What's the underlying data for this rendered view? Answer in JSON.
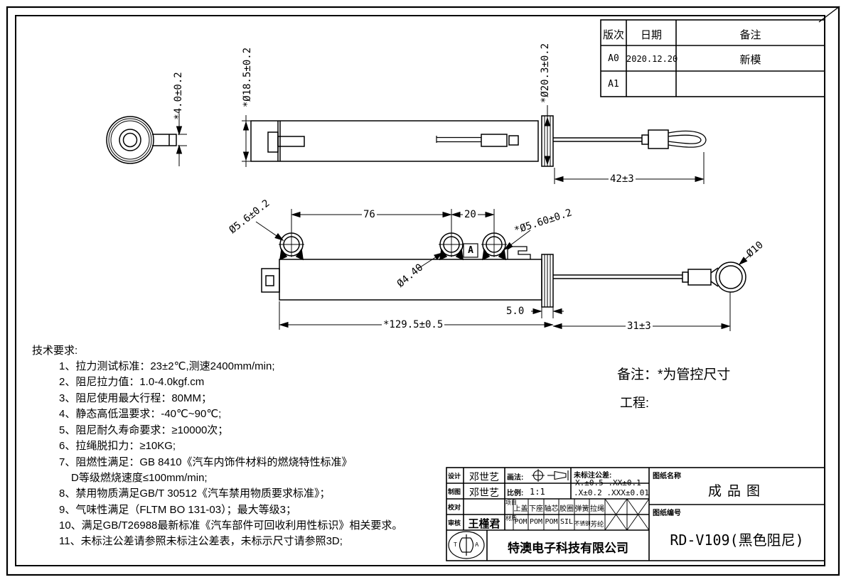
{
  "revision_table": {
    "col_rev": "版次",
    "col_date": "日期",
    "col_note": "备注",
    "rows": [
      {
        "rev": "A0",
        "date": "2020.12.20",
        "note": "新模"
      },
      {
        "rev": "A1",
        "date": "",
        "note": ""
      }
    ]
  },
  "dims": {
    "tab": "*4.0±0.2",
    "body_dia": "*Ø18.5±0.2",
    "flange_dia": "*Ø20.3±0.2",
    "rope_top": "42±3",
    "clip_dia": "Ø5.6±0.2",
    "pitch76": "76",
    "pitch20": "20",
    "hole_dia": "Ø4.40",
    "clip3_dia": "*Ø5.60±0.2",
    "detail": "A",
    "gap": "5.0",
    "body_len": "*129.5±0.5",
    "rope_side": "31±3",
    "loop_dia": "Ø10"
  },
  "tech": {
    "title": "技术要求:",
    "lines": [
      "1、拉力测试标准：23±2℃,测速2400mm/min;",
      "2、阻尼拉力值：1.0-4.0kgf.cm",
      "3、阻尼使用最大行程：80MM；",
      "4、静态高低温要求：-40℃~90℃;",
      "5、阻尼耐久寿命要求：≥10000次；",
      "6、拉绳脱扣力：≥10KG;",
      "7、阻燃性满足：GB 8410《汽车内饰件材料的燃烧特性标准》",
      "D等级燃烧速度≤100mm/min;",
      "8、禁用物质满足GB/T 30512《汽车禁用物质要求标准》；",
      "9、气味性满足（FLTM BO 131-03）；最大等级3；",
      "10、满足GB/T26988最新标准《汽车部件可回收利用性标识》相关要求。",
      "11、未标注公差请参照未标注公差表，未标示尺寸请参照3D;"
    ]
  },
  "notes": {
    "remark": "备注：*为管控尺寸",
    "project": "工程:"
  },
  "title_block": {
    "design_label": "设计",
    "design_name": "邓世艺",
    "draft_label": "制图",
    "draft_name": "邓世艺",
    "check_label": "校对",
    "check_name": "",
    "audit_label": "审核",
    "audit_name": "王槿君",
    "projection_label": "画法:",
    "scale_label": "比例:",
    "scale_value": "1:1",
    "tol_title": "未标注公差:",
    "tol_line1": "X.±0.5  .XX±0.1",
    "tol_line2": ".X±0.2  .XXX±0.01",
    "parts_label": "项目",
    "material_label": "材质",
    "parts": [
      "上盖",
      "下座",
      "轴芯",
      "胶圈",
      "弹簧",
      "拉绳"
    ],
    "materials": [
      "POM",
      "POM",
      "POM",
      "SIL",
      "不锈钢",
      "芳纶"
    ],
    "logo_left": "T",
    "logo_right": "A",
    "company": "特澳电子科技有限公司",
    "name_label": "图纸名称",
    "name_value": "成品图",
    "no_label": "图纸编号",
    "no_value": "RD-V109(黑色阻尼)"
  }
}
